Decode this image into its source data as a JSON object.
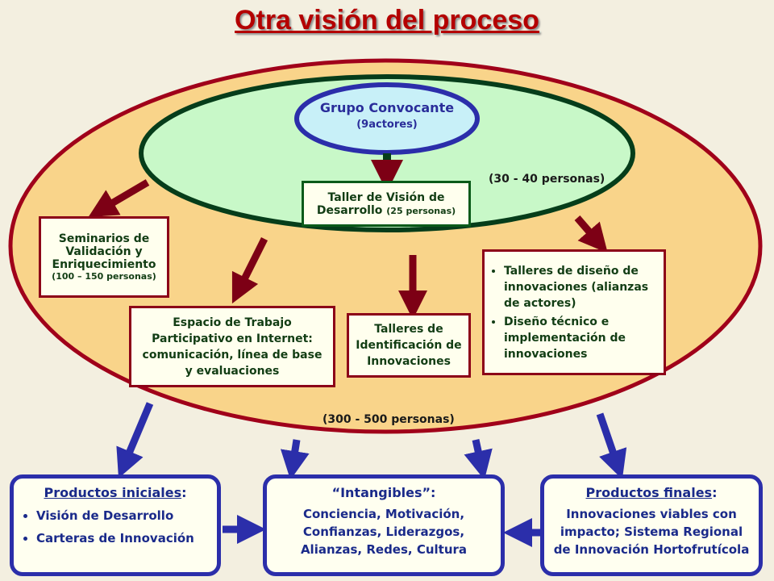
{
  "title": "Otra visión del proceso",
  "colors": {
    "title": "#b40000",
    "outer_ellipse": "#f9d48a",
    "middle_ellipse": "#c8f8c8",
    "inner_ellipse": "#c8f0f8",
    "red_arrow": "#7d0015",
    "blue_arrow": "#2b2eaa"
  },
  "grupo": {
    "title": "Grupo Convocante",
    "sub": "(9actores)"
  },
  "taller_vision": {
    "main": "Taller de Visión de Desarrollo",
    "size": "(25 personas)"
  },
  "count_middle": "(30 - 40 personas)",
  "count_outer": "(300 - 500 personas)",
  "seminarios": {
    "main": "Seminarios de Validación y Enriquecimiento",
    "size": "(100 – 150 personas)"
  },
  "espacio": "Espacio de Trabajo Participativo en Internet: comunicación, línea de base y evaluaciones",
  "talleres_id": "Talleres de Identificación de Innovaciones",
  "talleres_diseno": [
    "Talleres de diseño de innovaciones (alianzas de actores)",
    "Diseño técnico e implementación de innovaciones"
  ],
  "productos_iniciales": {
    "heading": "Productos iniciales",
    "colon": ":",
    "items": [
      "Visión de Desarrollo",
      "Carteras de Innovación"
    ]
  },
  "intangibles": {
    "heading": "“Intangibles”:",
    "body": "Conciencia, Motivación, Confianzas, Liderazgos, Alianzas, Redes, Cultura"
  },
  "productos_finales": {
    "heading": "Productos finales",
    "colon": ":",
    "body": "Innovaciones viables con impacto; Sistema Regional de Innovación Hortofrutícola"
  }
}
